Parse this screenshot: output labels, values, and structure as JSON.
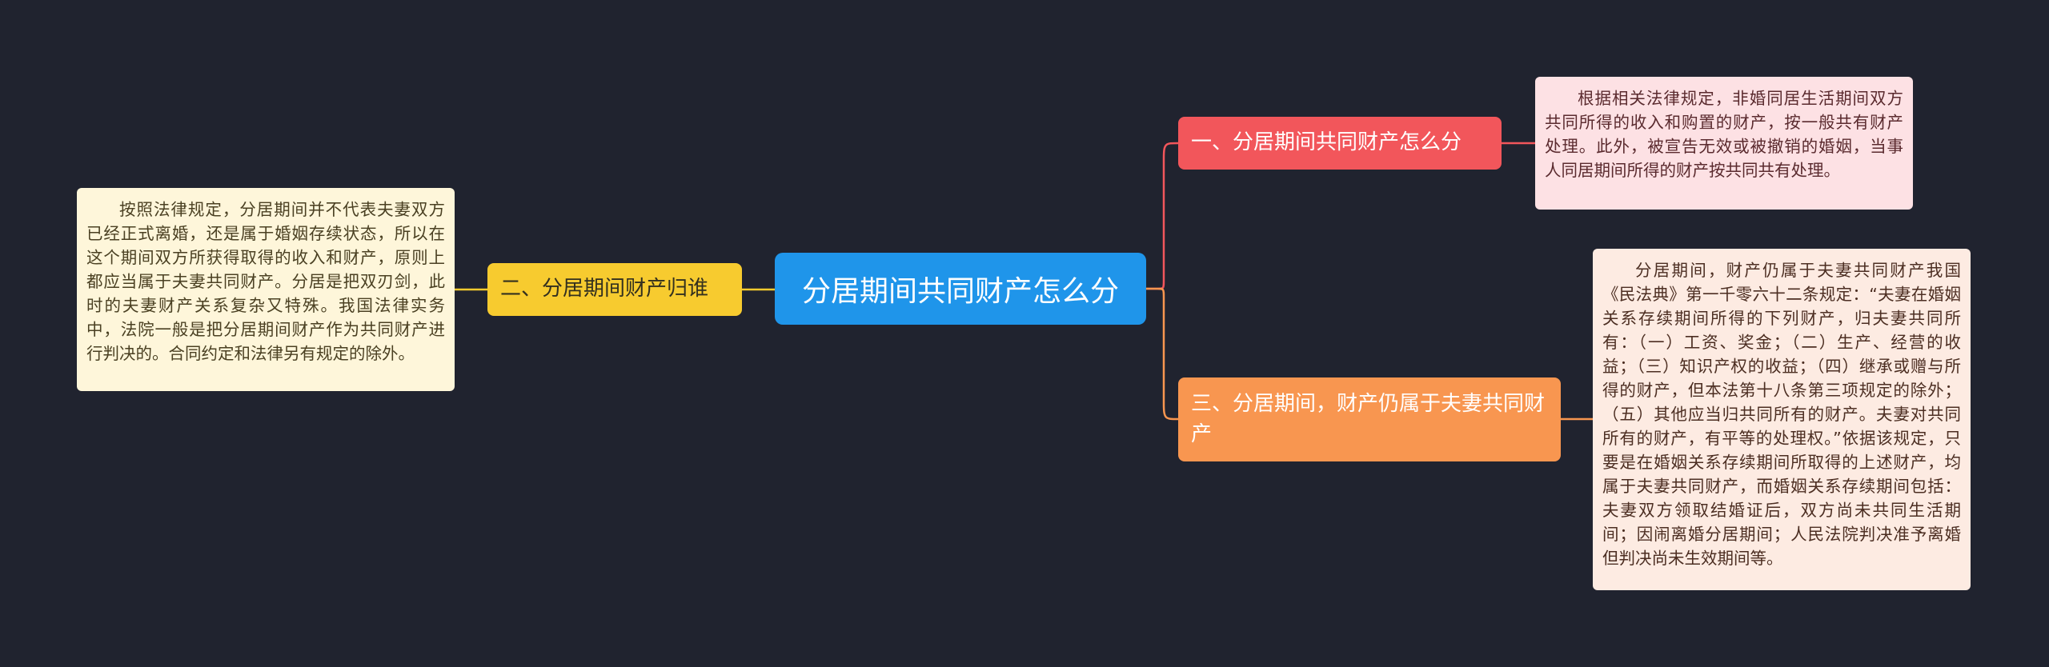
{
  "root": {
    "label": "分居期间共同财产怎么分"
  },
  "branches": [
    {
      "label": "一、分居期间共同财产怎么分",
      "note": "根据相关法律规定，非婚同居生活期间双方共同所得的收入和购置的财产，按一般共有财产处理。此外，被宣告无效或被撤销的婚姻，当事人同居期间所得的财产按共同共有处理。"
    },
    {
      "label": "二、分居期间财产归谁",
      "note": "按照法律规定，分居期间并不代表夫妻双方已经正式离婚，还是属于婚姻存续状态，所以在这个期间双方所获得取得的收入和财产，原则上都应当属于夫妻共同财产。分居是把双刃剑，此时的夫妻财产关系复杂又特殊。我国法律实务中，法院一般是把分居期间财产作为共同财产进行判决的。合同约定和法律另有规定的除外。"
    },
    {
      "label": "三、分居期间，财产仍属于夫妻共同财产",
      "note": "分居期间，财产仍属于夫妻共同财产我国《民法典》第一千零六十二条规定：“夫妻在婚姻关系存续期间所得的下列财产，归夫妻共同所有：（一）工资、奖金；（二）生产、经营的收益；（三）知识产权的收益；（四）继承或赠与所得的财产，但本法第十八条第三项规定的除外；（五）其他应当归共同所有的财产。夫妻对共同所有的财产，有平等的处理权。”依据该规定，只要是在婚姻关系存续期间所取得的上述财产，均属于夫妻共同财产，而婚姻关系存续期间包括：夫妻双方领取结婚证后，双方尚未共同生活期间；因闹离婚分居期间；人民法院判决准予离婚但判决尚未生效期间等。"
    }
  ],
  "colors": {
    "background": "#20232f",
    "root": "#1f95ea",
    "branch1": "#f2565b",
    "branch2": "#f7cb2f",
    "branch3": "#f89650"
  }
}
